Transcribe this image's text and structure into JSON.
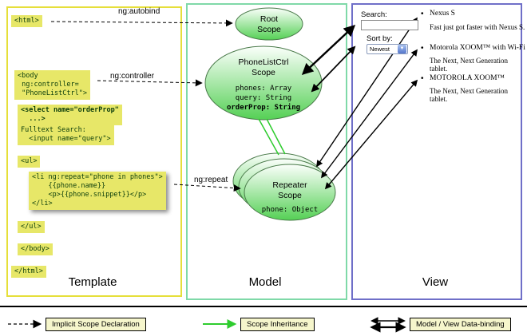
{
  "colors": {
    "template_border": "#e6df3a",
    "model_border": "#7fd9a8",
    "view_border": "#6f6fc8",
    "code_highlight_bg": "#e7e768",
    "code_text": "#0b3d0b",
    "scope_fill_green": "#55d055",
    "inheritance_green": "#2ecc2e",
    "legend_box_bg": "#f6f6cc"
  },
  "columns": {
    "template_label": "Template",
    "model_label": "Model",
    "view_label": "View"
  },
  "template_code": {
    "html_open": "<html>",
    "body_open": "<body\n ng:controller=\n \"PhoneListCtrl\">",
    "select": "<select name=\"orderProp\"\n  ...>",
    "fulltext": "Fulltext Search:\n  <input name=\"query\">",
    "ul_open": "<ul>",
    "li_repeat": "<li ng:repeat=\"phone in phones\">\n    {{phone.name}}\n    <p>{{phone.snippet}}</p>\n</li>",
    "ul_close": "</ul>",
    "body_close": "</body>",
    "html_close": "</html>"
  },
  "arrow_labels": {
    "autobind": "ng:autobind",
    "controller": "ng:controller",
    "repeat": "ng:repeat"
  },
  "model": {
    "root_scope_title": "Root\nScope",
    "phonelist_title": "PhoneListCtrl\nScope",
    "phonelist_props": {
      "phones": "phones: Array",
      "query": "query: String",
      "orderProp": "orderProp: String"
    },
    "repeater_title": "Repeater\nScope",
    "repeater_prop": "phone: Object"
  },
  "view": {
    "search_label": "Search:",
    "sort_label": "Sort by:",
    "sort_value": "Newest",
    "bullet_char": "•",
    "items": [
      {
        "title": "Nexus S",
        "desc": "Fast just got faster with Nexus S."
      },
      {
        "title": "Motorola XOOM™ with Wi-Fi",
        "desc": "The Next, Next Generation tablet."
      },
      {
        "title": "MOTOROLA XOOM™",
        "desc": "The Next, Next Generation tablet."
      }
    ]
  },
  "legend": {
    "implicit": "Implicit Scope Declaration",
    "inheritance": "Scope Inheritance",
    "databinding": "Model / View Data-binding"
  }
}
